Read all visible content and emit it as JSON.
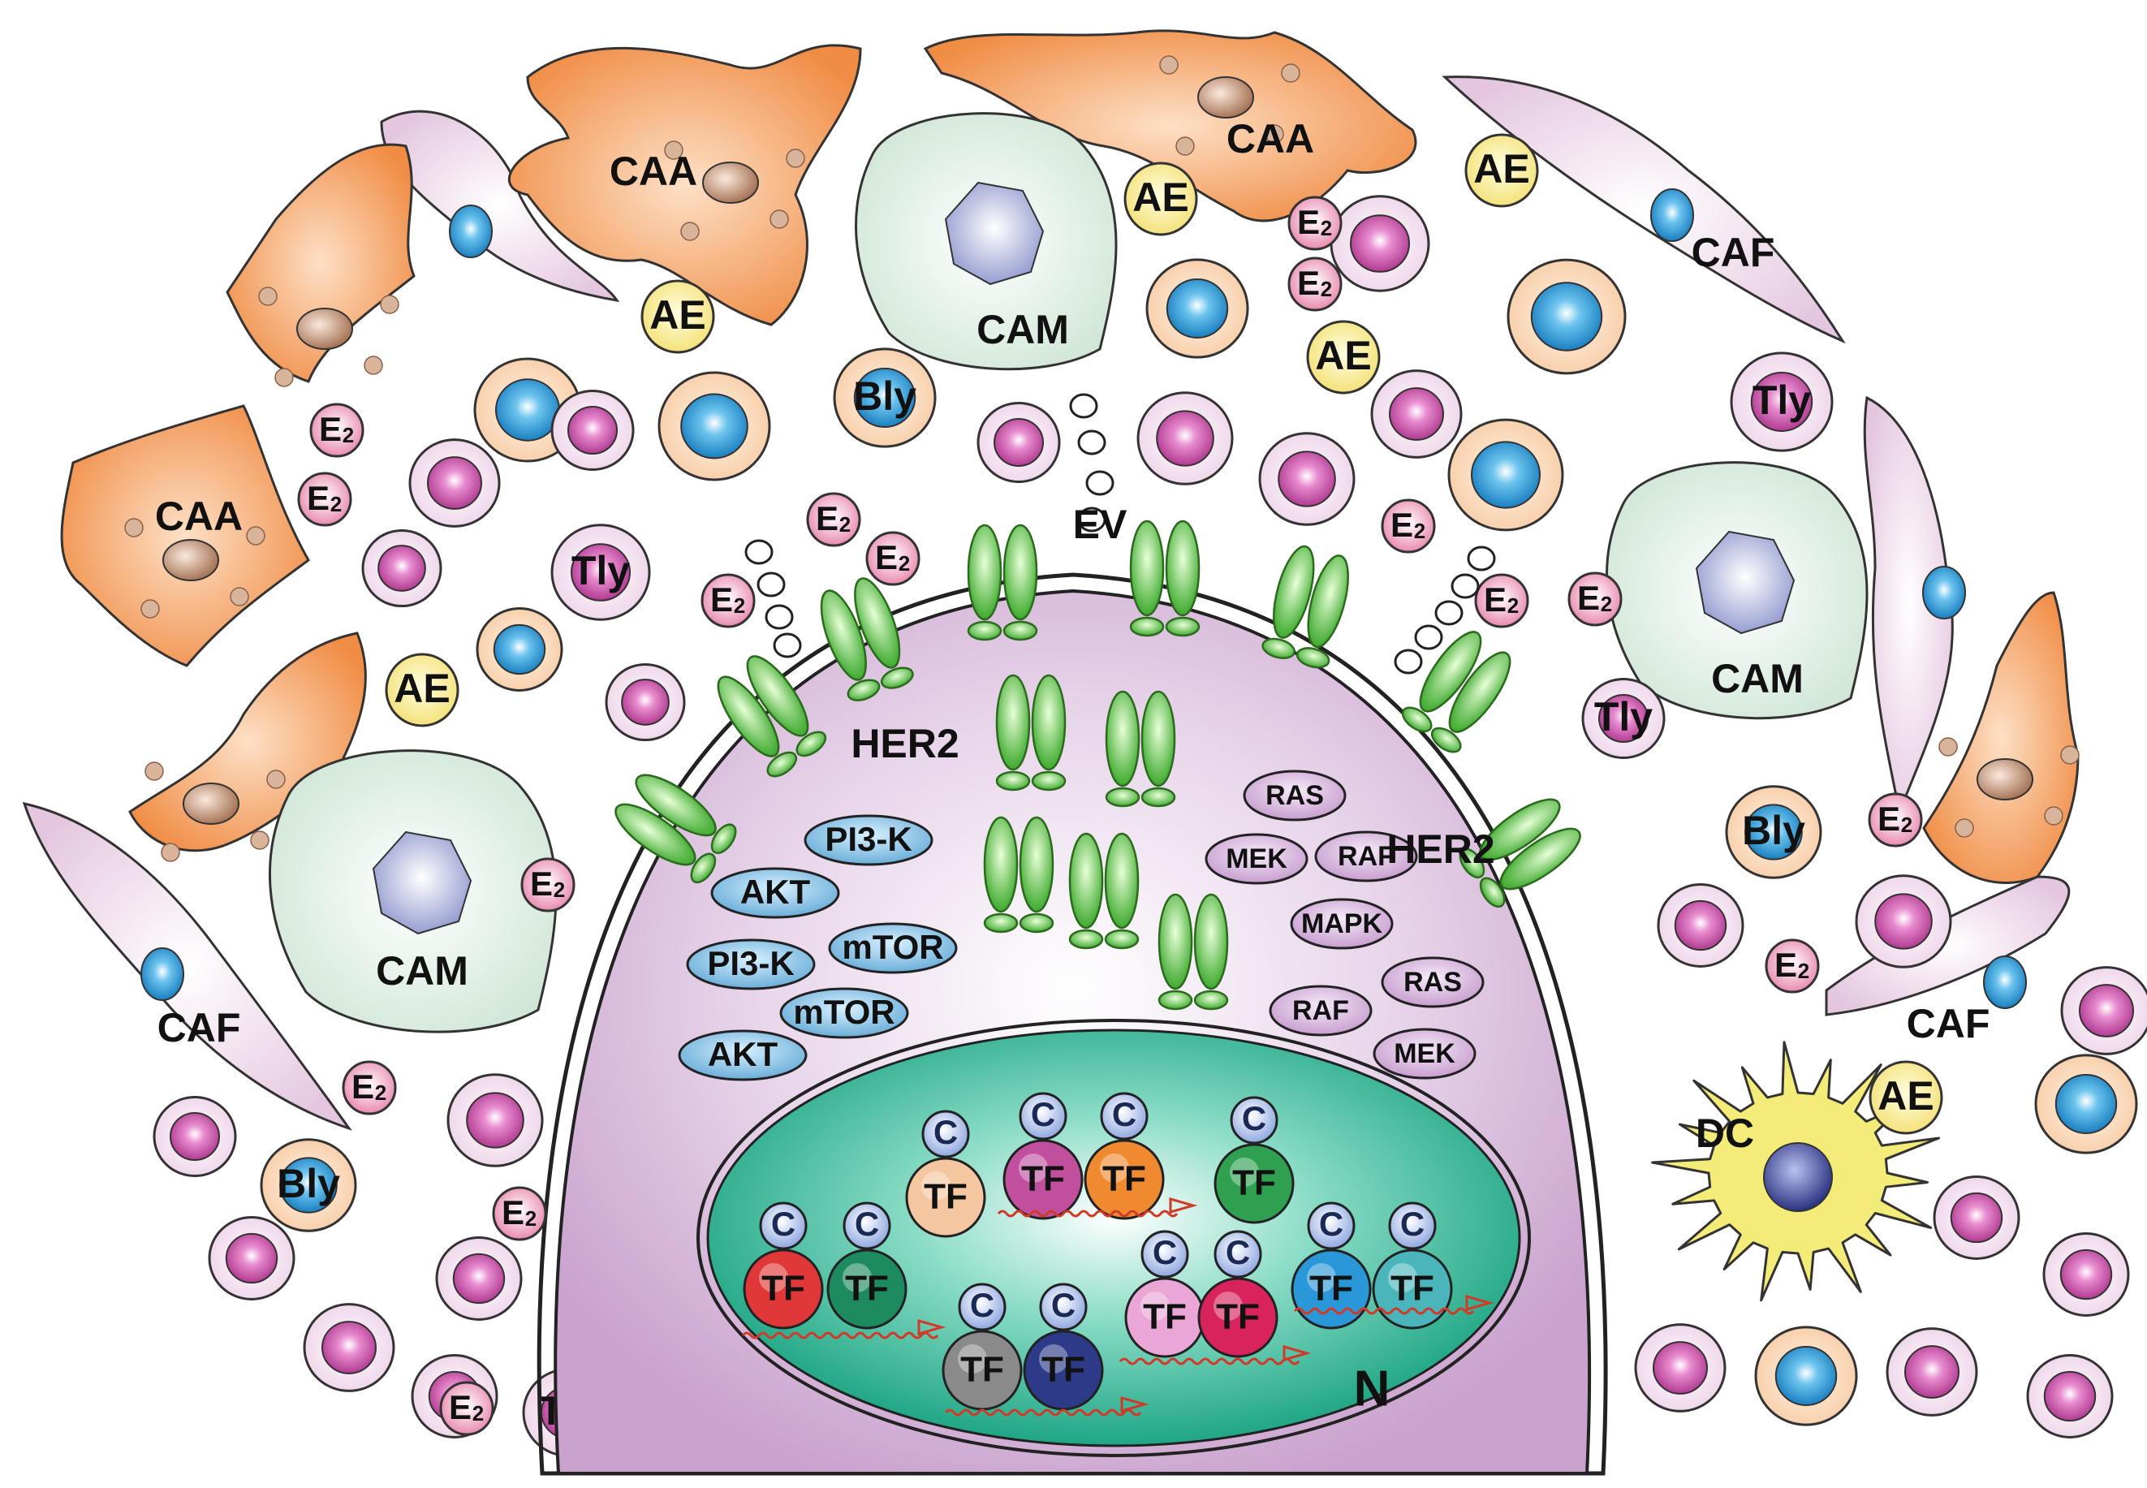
{
  "labels": {
    "caa": "CAA",
    "caf": "CAF",
    "cam": "CAM",
    "ae": "AE",
    "e2_main": "E",
    "e2_sub": "2",
    "tly": "Tly",
    "bly": "Bly",
    "ev": "EV",
    "her2": "HER2",
    "dc": "DC",
    "nucleus": "N",
    "tf": "TF",
    "cofactor": "C"
  },
  "signaling_left": [
    "PI3-K",
    "AKT",
    "PI3-K",
    "mTOR",
    "mTOR",
    "AKT"
  ],
  "signaling_right": [
    "RAS",
    "MEK",
    "RAF",
    "MAPK",
    "RAS",
    "RAF",
    "MEK"
  ],
  "colors": {
    "tumor_cell": "#dcc0de",
    "nucleus": "#2fb89a",
    "her2": "#5cc24a",
    "caa": "#f3a15e",
    "caf": "#efd6ea",
    "cam": "#dcefe2",
    "ae": "#fbf0a0",
    "e2": "#f0b4cc",
    "lymphocyte_nucleus": "#c0509e",
    "b_lymphocyte_nucleus": "#3aa0d8",
    "dc": "#f2e64a",
    "pi3k_akt_mtor": "#7bbde2",
    "ras_raf_mek_mapk": "#d6b6dc",
    "tf_colors": [
      "#f5c7a0",
      "#c0509e",
      "#f08a30",
      "#2ea050",
      "#e03838",
      "#1e8a60",
      "#e9a6d6",
      "#d8245c",
      "#2a98d8",
      "#4ab6bc",
      "#8a8a8a",
      "#2c3a88"
    ]
  }
}
